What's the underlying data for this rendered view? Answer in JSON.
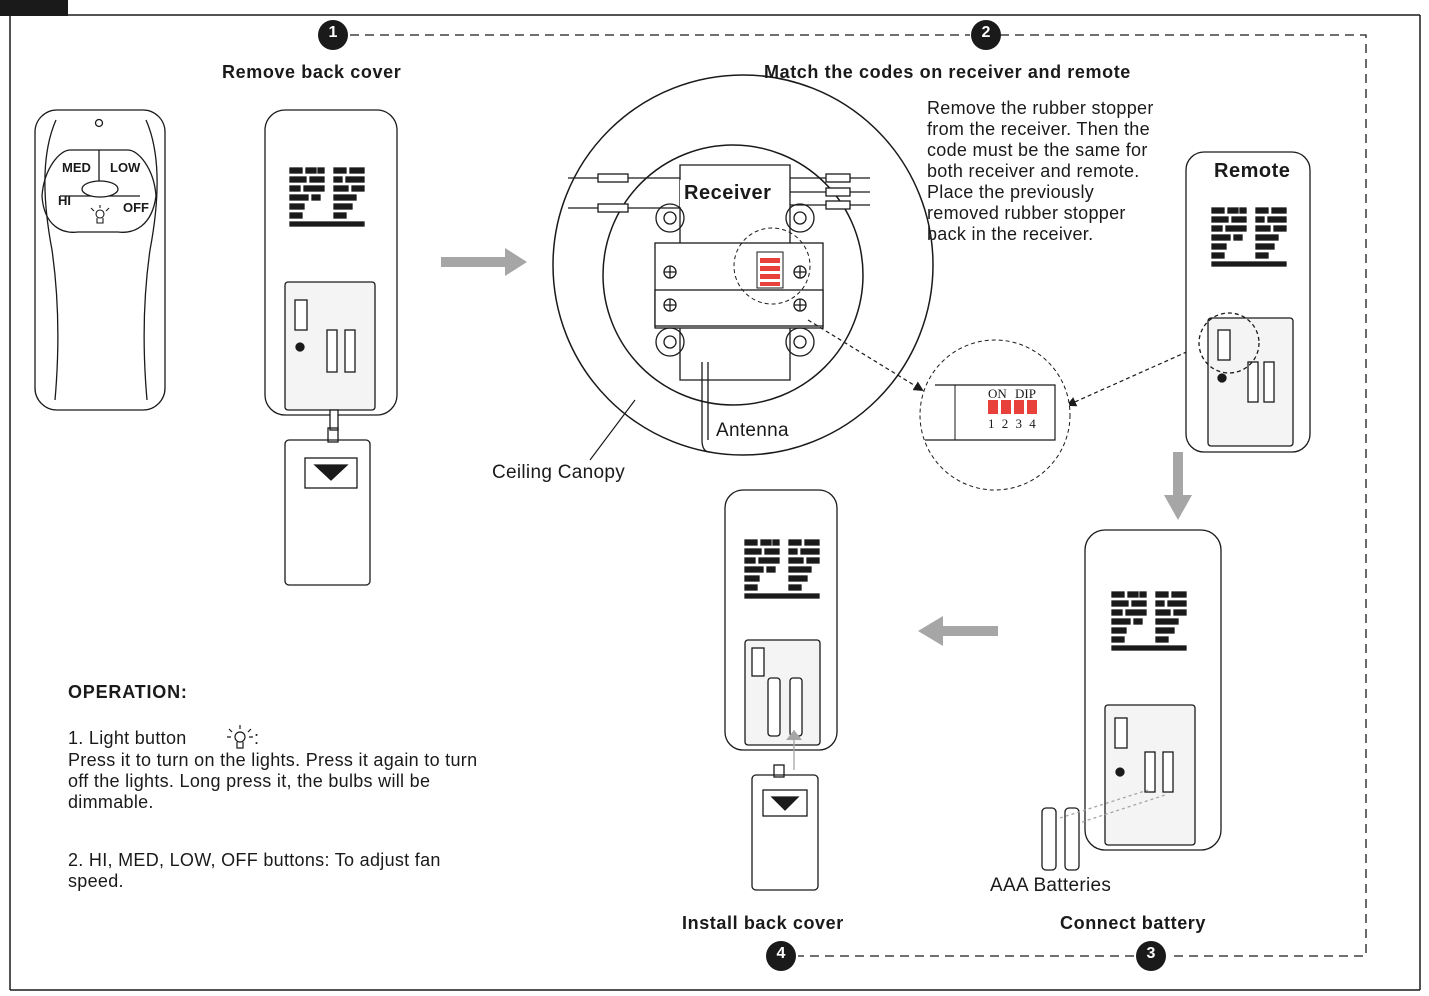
{
  "steps": [
    {
      "number": "1",
      "title": "Remove back cover"
    },
    {
      "number": "2",
      "title": "Match the codes on receiver and remote"
    },
    {
      "number": "3",
      "title": "Connect battery"
    },
    {
      "number": "4",
      "title": "Install back cover"
    }
  ],
  "instructions": {
    "step2": "Remove the rubber stopper from the receiver. Then the code must be the same for both receiver and remote. Place the previously removed rubber stopper back in the receiver."
  },
  "labels": {
    "receiver": "Receiver",
    "remote": "Remote",
    "antenna": "Antenna",
    "ceiling_canopy": "Ceiling Canopy",
    "batteries": "AAA Batteries",
    "dip_on": "ON",
    "dip_dip": "DIP",
    "dip_numbers": "1 2 3 4"
  },
  "remote_buttons": {
    "med": "MED",
    "low": "LOW",
    "hi": "HI",
    "off": "OFF"
  },
  "operation": {
    "heading": "OPERATION:",
    "item1_title": "1. Light button",
    "item1_text": "Press it to turn on the lights. Press it again to turn off the lights. Long press it, the bulbs will be dimmable.",
    "item2_text": "2. HI, MED, LOW, OFF buttons: To adjust fan speed."
  },
  "colors": {
    "line": "#1a1a1a",
    "arrow_gray": "#a6a6a6",
    "dip_red": "#e8413c",
    "header_block": "#1a1a1a"
  }
}
